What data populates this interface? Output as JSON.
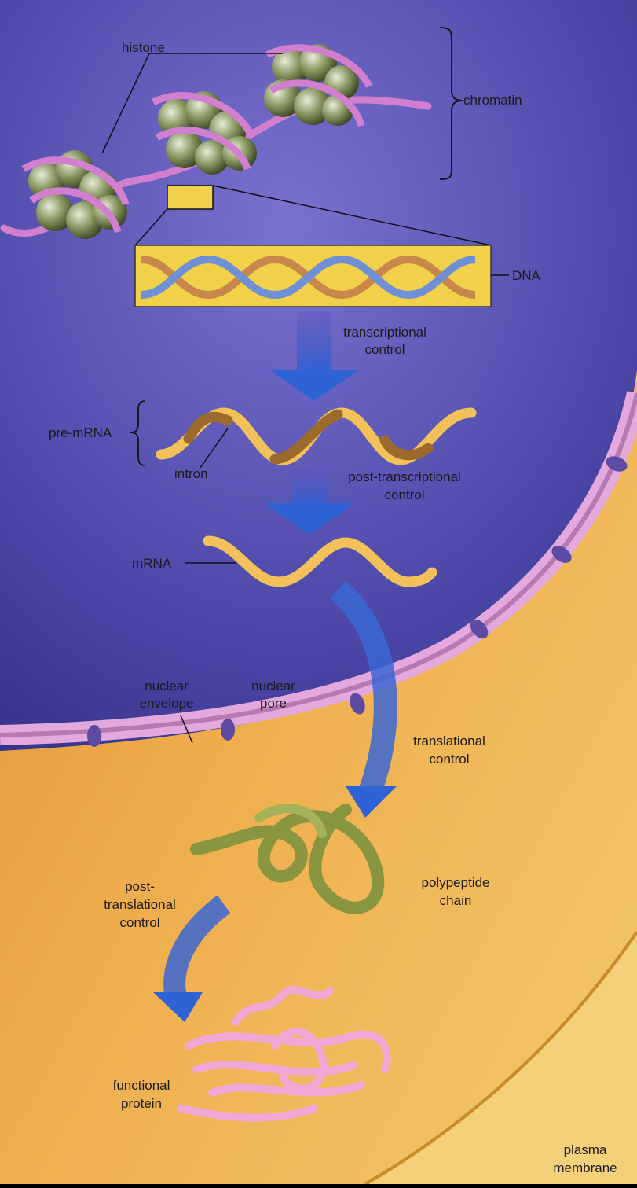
{
  "labels": {
    "histone": "histone",
    "chromatin": "chromatin",
    "dna": "DNA",
    "transcriptional_control": [
      "transcriptional",
      "control"
    ],
    "pre_mrna": "pre-mRNA",
    "intron": "intron",
    "post_transcriptional_control": [
      "post-transcriptional",
      "control"
    ],
    "mrna": "mRNA",
    "nuclear_envelope": [
      "nuclear",
      "envelope"
    ],
    "nuclear_pore": [
      "nuclear",
      "pore"
    ],
    "translational_control": [
      "translational",
      "control"
    ],
    "post_translational_control": [
      "post-",
      "translational",
      "control"
    ],
    "polypeptide_chain": [
      "polypeptide",
      "chain"
    ],
    "functional_protein": [
      "functional",
      "protein"
    ],
    "plasma_membrane": [
      "plasma",
      "membrane"
    ]
  },
  "colors": {
    "nucleus": "#5b55b4",
    "cytoplasm": "#e8a23c",
    "membrane": "#e3a9dc",
    "histone": "#8c9a64",
    "dna_box": "#f1d14a",
    "mrna": "#f2c15a",
    "intron": "#9c6a2c",
    "arrow": "#3f6fd0",
    "protein": "#f2a8d6",
    "polypeptide": "#8a9540"
  }
}
